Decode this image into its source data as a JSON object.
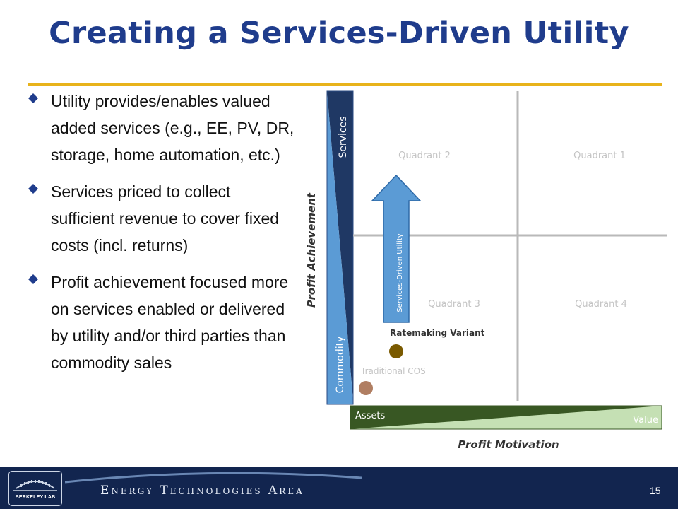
{
  "slide": {
    "title": "Creating a Services-Driven Utility",
    "bullets": [
      "Utility provides/enables valued added services (e.g., EE, PV, DR, storage, home automation, etc.)",
      "Services priced to collect sufficient revenue to cover fixed costs (incl. returns)",
      "Profit achievement focused more on services enabled or delivered by utility and/or third parties than commodity sales"
    ]
  },
  "diagram": {
    "y_axis_label": "Profit Achievement",
    "x_axis_label": "Profit Motivation",
    "y_top_label": "Services",
    "y_bottom_label": "Commodity",
    "x_left_label": "Assets",
    "x_right_label": "Value",
    "quadrants": [
      "Quadrant 2",
      "Quadrant 1",
      "Quadrant 3",
      "Quadrant 4"
    ],
    "arrow_label": "Services-Driven Utility",
    "points": [
      {
        "label": "Ratemaking Variant",
        "color": "#7a5a00"
      },
      {
        "label": "Traditional COS",
        "color": "#b07e62"
      }
    ]
  },
  "colors": {
    "title": "#1f3c8c",
    "rule": "#e8b31b",
    "navy": "#1f3864",
    "light_blue": "#5b9bd5",
    "green_dark": "#385723",
    "green_light": "#c5e0b4",
    "footer": "#12254f"
  },
  "footer": {
    "logo_text": "BERKELEY LAB",
    "org_name": "Energy Technologies Area",
    "page_number": "15"
  }
}
